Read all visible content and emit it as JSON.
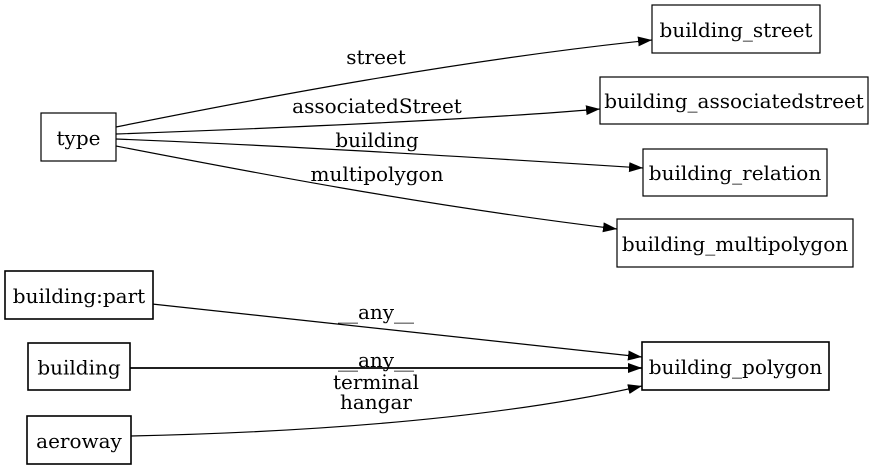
{
  "diagram": {
    "type": "directed-graph",
    "background_color": "#ffffff",
    "node_fill_color": "#ffffff",
    "node_border_color": "#000000",
    "edge_color": "#000000",
    "text_color": "#000000"
  },
  "nodes": [
    {
      "id": "type",
      "label": "type"
    },
    {
      "id": "building_street",
      "label": "building_street"
    },
    {
      "id": "building_associatedstreet",
      "label": "building_associatedstreet"
    },
    {
      "id": "building_relation",
      "label": "building_relation"
    },
    {
      "id": "building_multipolygon",
      "label": "building_multipolygon"
    },
    {
      "id": "building_polygon",
      "label": "building_polygon"
    },
    {
      "id": "building_part",
      "label": "building:part"
    },
    {
      "id": "building",
      "label": "building"
    },
    {
      "id": "aeroway",
      "label": "aeroway"
    }
  ],
  "edges": [
    {
      "from": "type",
      "to": "building_street",
      "label": "street"
    },
    {
      "from": "type",
      "to": "building_associatedstreet",
      "label": "associatedStreet"
    },
    {
      "from": "type",
      "to": "building_relation",
      "label": "building"
    },
    {
      "from": "type",
      "to": "building_multipolygon",
      "label": "multipolygon"
    },
    {
      "from": "building:part",
      "to": "building_polygon",
      "label": "__any__"
    },
    {
      "from": "building",
      "to": "building_polygon",
      "label": "__any__"
    },
    {
      "from": "aeroway",
      "to": "building_polygon",
      "label": "terminal hangar",
      "label_lines": {
        "0": "terminal",
        "1": "hangar"
      }
    }
  ]
}
